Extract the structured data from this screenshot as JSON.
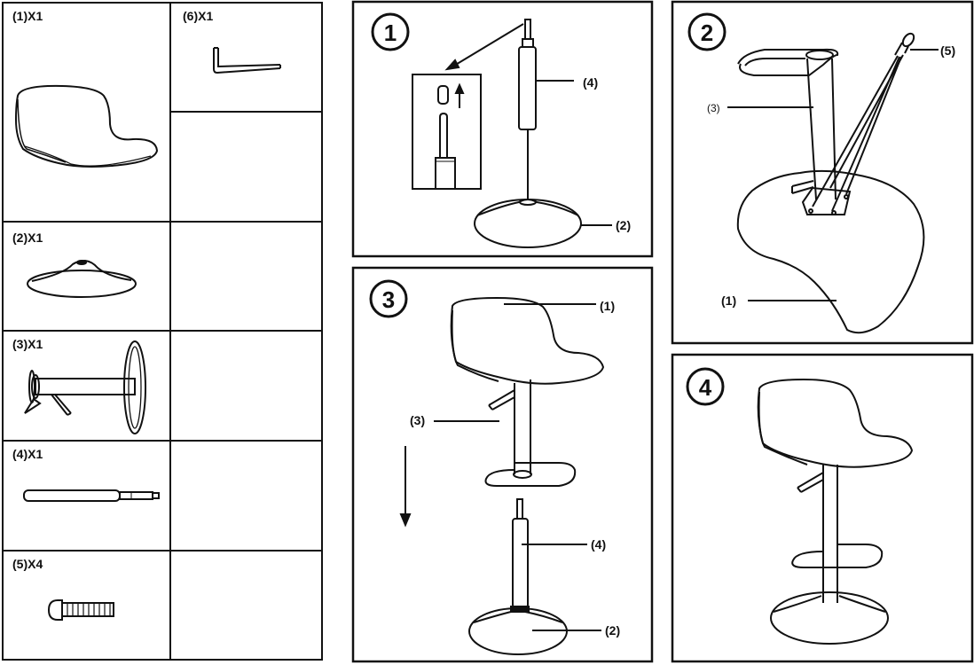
{
  "parts_table": {
    "cells": [
      {
        "id": "p1",
        "label": "(1)X1",
        "icon": "seat-shell"
      },
      {
        "id": "p6",
        "label": "(6)X1",
        "icon": "allen-key"
      },
      {
        "id": "p2",
        "label": "(2)X1",
        "icon": "base-disc"
      },
      {
        "id": "p3",
        "label": "(3)X1",
        "icon": "footrest-column"
      },
      {
        "id": "p4",
        "label": "(4)X1",
        "icon": "gas-cylinder"
      },
      {
        "id": "p5",
        "label": "(5)X4",
        "icon": "bolt"
      }
    ]
  },
  "steps": [
    {
      "number": "1",
      "callouts": [
        "(4)",
        "(2)"
      ]
    },
    {
      "number": "2",
      "callouts": [
        "(3)",
        "(5)",
        "(1)"
      ]
    },
    {
      "number": "3",
      "callouts": [
        "(1)",
        "(3)",
        "(4)",
        "(2)"
      ]
    },
    {
      "number": "4",
      "callouts": []
    }
  ],
  "colors": {
    "line": "#111111",
    "background": "#ffffff"
  }
}
